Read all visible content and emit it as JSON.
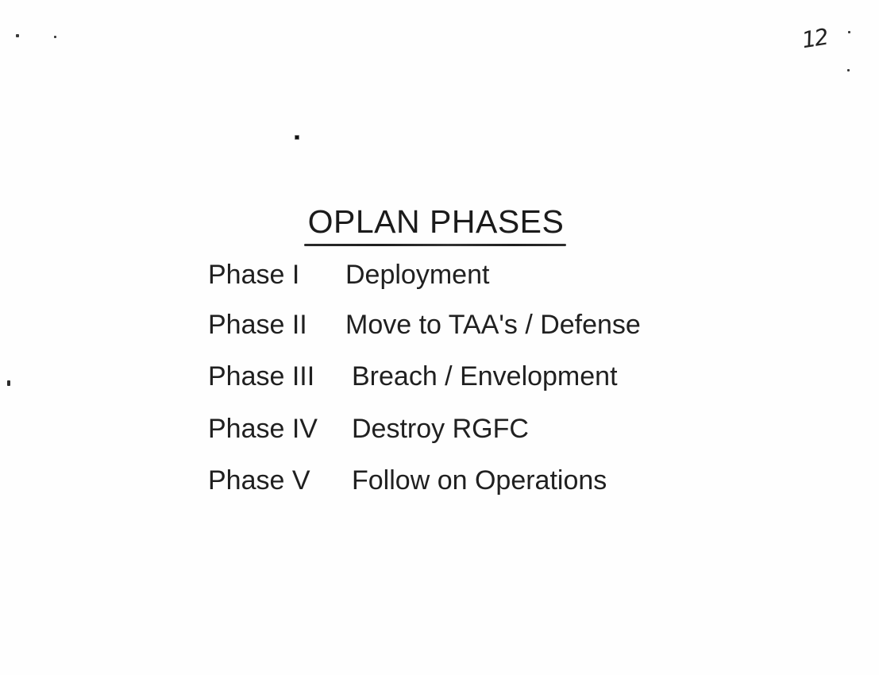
{
  "page": {
    "page_number": "12"
  },
  "title": "OPLAN PHASES",
  "phases": [
    {
      "label": "Phase I",
      "description": "Deployment"
    },
    {
      "label": "Phase II",
      "description": "Move to TAA's / Defense"
    },
    {
      "label": "Phase III",
      "description": "Breach / Envelopment"
    },
    {
      "label": "Phase IV",
      "description": "Destroy RGFC"
    },
    {
      "label": "Phase V",
      "description": "Follow on Operations"
    }
  ],
  "colors": {
    "ink": "#1e1e1e",
    "paper": "#fefefe"
  }
}
